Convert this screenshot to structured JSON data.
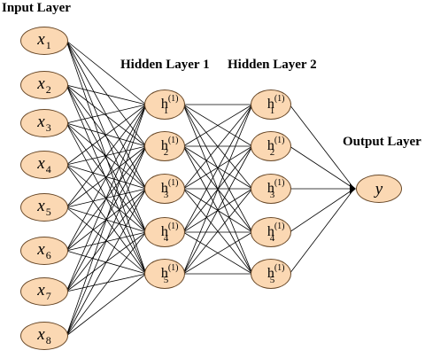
{
  "titles": {
    "input": "Input Layer",
    "hidden1": "Hidden Layer 1",
    "hidden2": "Hidden Layer 2",
    "output": "Output Layer"
  },
  "input_nodes": [
    {
      "base": "x",
      "sub": "1"
    },
    {
      "base": "x",
      "sub": "2"
    },
    {
      "base": "x",
      "sub": "3"
    },
    {
      "base": "x",
      "sub": "4"
    },
    {
      "base": "x",
      "sub": "5"
    },
    {
      "base": "x",
      "sub": "6"
    },
    {
      "base": "x",
      "sub": "7"
    },
    {
      "base": "x",
      "sub": "8"
    }
  ],
  "hidden1_nodes": [
    {
      "base": "h",
      "sup": "(1)",
      "sub": "1"
    },
    {
      "base": "h",
      "sup": "(1)",
      "sub": "2"
    },
    {
      "base": "h",
      "sup": "(1)",
      "sub": "3"
    },
    {
      "base": "h",
      "sup": "(1)",
      "sub": "4"
    },
    {
      "base": "h",
      "sup": "(1)",
      "sub": "5"
    }
  ],
  "hidden2_nodes": [
    {
      "base": "h",
      "sup": "(1)",
      "sub": "1"
    },
    {
      "base": "h",
      "sup": "(1)",
      "sub": "2"
    },
    {
      "base": "h",
      "sup": "(1)",
      "sub": "3"
    },
    {
      "base": "h",
      "sup": "(1)",
      "sub": "4"
    },
    {
      "base": "h",
      "sup": "(1)",
      "sub": "5"
    }
  ],
  "output_node": {
    "base": "y"
  },
  "colors": {
    "node_fill": "#fbd8b3",
    "node_border": "#6a4a2a",
    "edge": "#000000"
  }
}
